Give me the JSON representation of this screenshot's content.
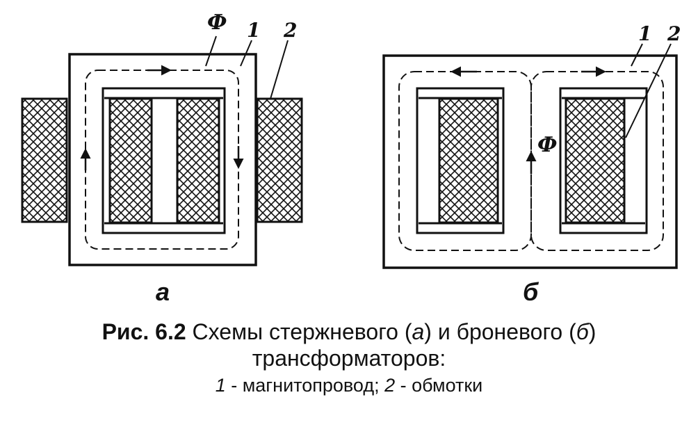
{
  "figure": {
    "part_a": {
      "letter": "а",
      "flux_label": "Ф",
      "callout_core": "1",
      "callout_winding": "2"
    },
    "part_b": {
      "letter": "б",
      "flux_label": "Ф",
      "callout_core": "1",
      "callout_winding": "2"
    }
  },
  "caption": {
    "prefix": "Рис. 6.2",
    "text_before_a": " Схемы стержневого (",
    "a_letter": "а",
    "text_between": ") и броневого (",
    "b_letter": "б",
    "text_after": ")",
    "line2": "трансформаторов:",
    "legend_num1": "1",
    "legend_text1": " - магнитопровод; ",
    "legend_num2": "2",
    "legend_text2": " - обмотки"
  }
}
